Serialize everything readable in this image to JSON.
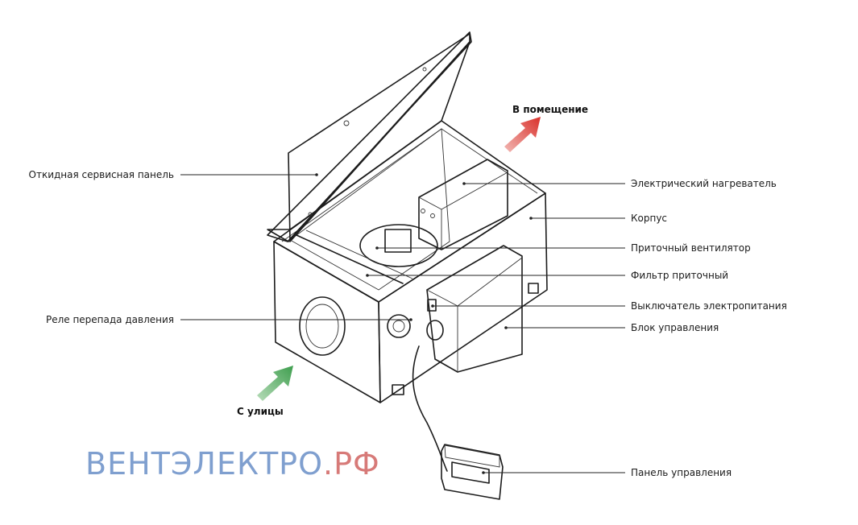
{
  "flows": {
    "outlet": "В помещение",
    "inlet": "С улицы"
  },
  "labels": {
    "service_panel": "Откидная сервисная панель",
    "pressure_relay": "Реле перепада давления",
    "heater": "Электрический нагреватель",
    "housing": "Корпус",
    "fan": "Приточный вентилятор",
    "filter": "Фильтр приточный",
    "power_switch": "Выключатель электропитания",
    "control_block": "Блок управления",
    "control_panel": "Панель управления"
  },
  "watermark": {
    "main": "ВЕНТЭЛЕКТРО",
    "suffix": ".РФ"
  },
  "colors": {
    "outlet_arrow": "#d9302a",
    "inlet_arrow": "#3e9e4e",
    "watermark_main": "#7f9fcf",
    "watermark_suffix": "#d77a78"
  }
}
